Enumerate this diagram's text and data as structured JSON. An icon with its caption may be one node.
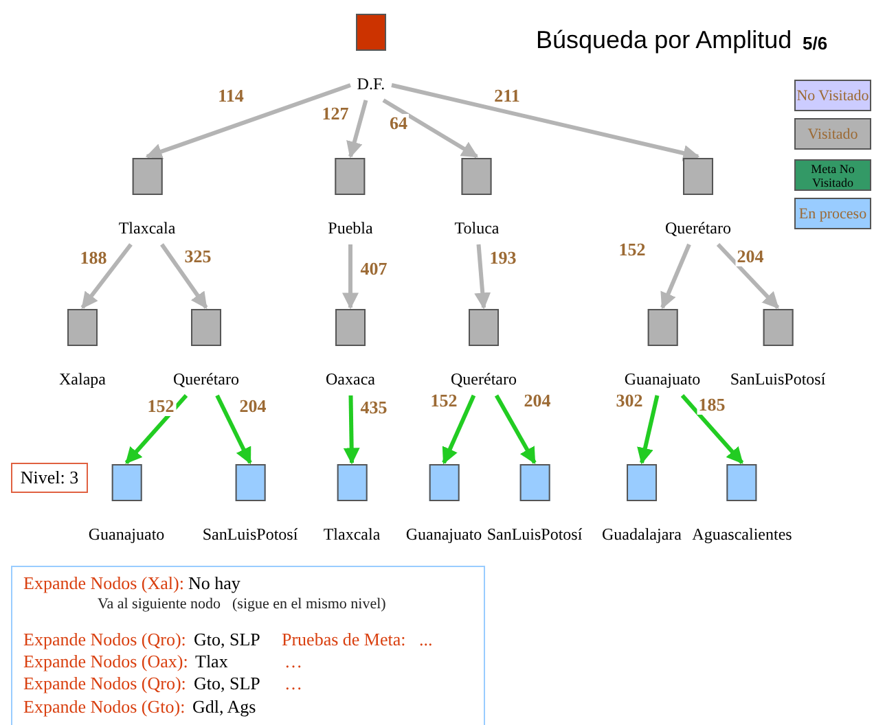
{
  "diagram": {
    "title": "Búsqueda por Amplitud",
    "nodes": [
      {
        "text": [
          "D.F."
        ]
      },
      {
        "text": [
          "Tlaxcala"
        ]
      },
      {
        "text": [
          "Puebla"
        ]
      },
      {
        "text": [
          "Toluca"
        ]
      },
      {
        "text": [
          "Querétaro"
        ]
      },
      {
        "text": [
          "Xalapa"
        ]
      },
      {
        "text": [
          "Querétaro"
        ]
      },
      {
        "text": [
          "Oaxaca"
        ]
      },
      {
        "text": [
          "Querétaro"
        ]
      },
      {
        "text": [
          "Guanajuato"
        ]
      },
      {
        "text": [
          "SanLuisPotosí"
        ]
      },
      {
        "text": [
          "Nivel: 3"
        ]
      },
      {
        "text": [
          "Guanajuato"
        ]
      },
      {
        "text": [
          "SanLuisPotosí"
        ]
      },
      {
        "text": [
          "Tlaxcala"
        ]
      },
      {
        "text": [
          "Guanajuato"
        ]
      },
      {
        "text": [
          "SanLuisPotosí"
        ]
      },
      {
        "text": [
          "Guadalajara"
        ]
      },
      {
        "text": [
          "Aguascalientes"
        ]
      },
      {
        "text": [
          "Expande Nodos (Xal):",
          "No hay",
          "Va al siguiente nodo",
          "(sigue en el mismo nivel)",
          "Expande Nodos (Qro):",
          "Gto, SLP",
          "Pruebas de Meta:",
          "...",
          "Expande Nodos (Oax):",
          "Tlax",
          "…",
          "Expande Nodos (Qro):",
          "Gto, SLP",
          "…",
          "Expande Nodos (Gto):",
          "Gdl, Ags"
        ]
      }
    ],
    "edges": [
      {
        "from": 0,
        "to": 1,
        "arrow": "to",
        "label": "114"
      },
      {
        "from": 0,
        "to": 2,
        "arrow": "to",
        "label": "127"
      },
      {
        "from": 0,
        "to": 3,
        "arrow": "to",
        "label": "64"
      },
      {
        "from": 0,
        "to": 4,
        "arrow": "to",
        "label": "211"
      },
      {
        "from": 1,
        "to": 5,
        "arrow": "to",
        "label": "188"
      },
      {
        "from": 1,
        "to": 6,
        "arrow": "to",
        "label": "325"
      },
      {
        "from": 2,
        "to": 7,
        "arrow": "to",
        "label": "407"
      },
      {
        "from": 3,
        "to": 8,
        "arrow": "to",
        "label": "193"
      },
      {
        "from": 4,
        "to": 9,
        "arrow": "to",
        "label": "152"
      },
      {
        "from": 4,
        "to": 10,
        "arrow": "to",
        "label": "204"
      },
      {
        "from": 6,
        "to": 12,
        "arrow": "to",
        "label": "152",
        "color": "#22cc22"
      },
      {
        "from": 6,
        "to": 13,
        "arrow": "to",
        "label": "204",
        "color": "#22cc22"
      },
      {
        "from": 7,
        "to": 14,
        "arrow": "to",
        "label": "435",
        "color": "#22cc22"
      },
      {
        "from": 8,
        "to": 15,
        "arrow": "to",
        "label": "152",
        "color": "#22cc22"
      },
      {
        "from": 8,
        "to": 16,
        "arrow": "to",
        "label": "204",
        "color": "#22cc22"
      },
      {
        "from": 9,
        "to": 17,
        "arrow": "to",
        "label": "302",
        "color": "#22cc22"
      },
      {
        "from": 9,
        "to": 18,
        "arrow": "to",
        "label": "185",
        "color": "#22cc22"
      }
    ],
    "labels": [
      "5/6"
    ],
    "legend": [
      {
        "text": "No Visitado",
        "color": "#ccccff"
      },
      {
        "text": "Visitado",
        "color": "#b2b2b2"
      },
      {
        "text": "Meta No Visitado",
        "color": "#339966"
      },
      {
        "text": "En proceso",
        "color": "#99ccff"
      }
    ]
  }
}
